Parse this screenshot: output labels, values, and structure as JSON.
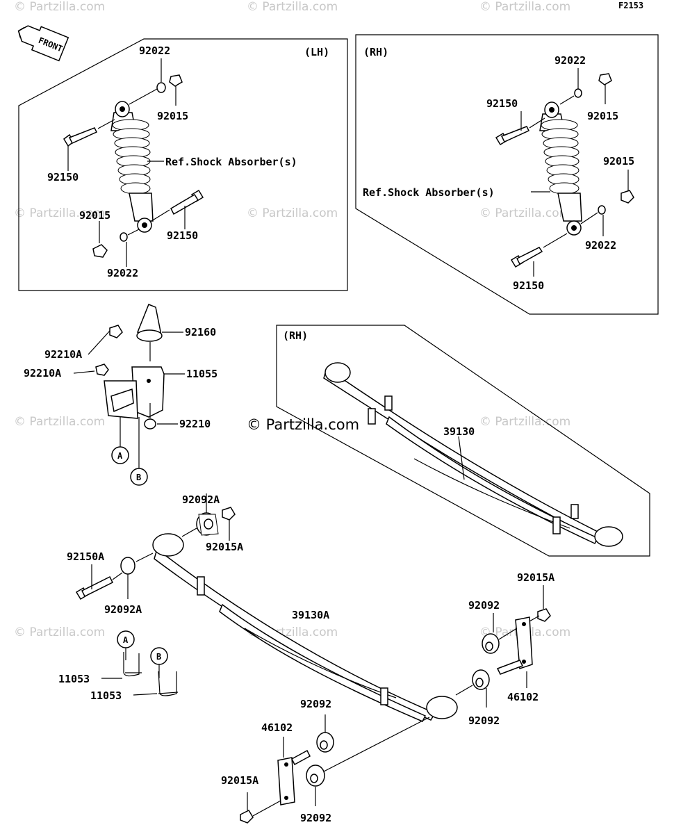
{
  "figure_code": "F2153",
  "front_label": "FRONT",
  "watermark": "© Partzilla.com",
  "panels": {
    "lh": {
      "side": "(LH)"
    },
    "rh_shock": {
      "side": "(RH)"
    },
    "rh_spring": {
      "side": "(RH)"
    }
  },
  "labels": {
    "lh_92022_top": "92022",
    "lh_92015_top": "92015",
    "lh_92150_left": "92150",
    "lh_ref": "Ref.Shock Absorber(s)",
    "lh_92015_bot": "92015",
    "lh_92150_bot": "92150",
    "lh_92022_bot": "92022",
    "rh_92022_top": "92022",
    "rh_92150_top": "92150",
    "rh_92015_top": "92015",
    "rh_92015_mid": "92015",
    "rh_ref": "Ref.Shock Absorber(s)",
    "rh_92022_bot": "92022",
    "rh_92150_bot": "92150",
    "p92160": "92160",
    "p92210A_1": "92210A",
    "p92210A_2": "92210A",
    "p11055": "11055",
    "p92210": "92210",
    "ref_a1": "A",
    "ref_b1": "B",
    "p39130": "39130",
    "p92092A_top": "92092A",
    "p92015A_top": "92015A",
    "p92150A": "92150A",
    "p92092A_bot": "92092A",
    "p39130A": "39130A",
    "p92015A_right": "92015A",
    "p92092_right_top": "92092",
    "p46102_right": "46102",
    "p92092_right_bot": "92092",
    "ref_a2": "A",
    "ref_b2": "B",
    "p11053_1": "11053",
    "p11053_2": "11053",
    "p92092_mid": "92092",
    "p46102_left": "46102",
    "p92015A_bot": "92015A",
    "p92092_bot": "92092"
  }
}
